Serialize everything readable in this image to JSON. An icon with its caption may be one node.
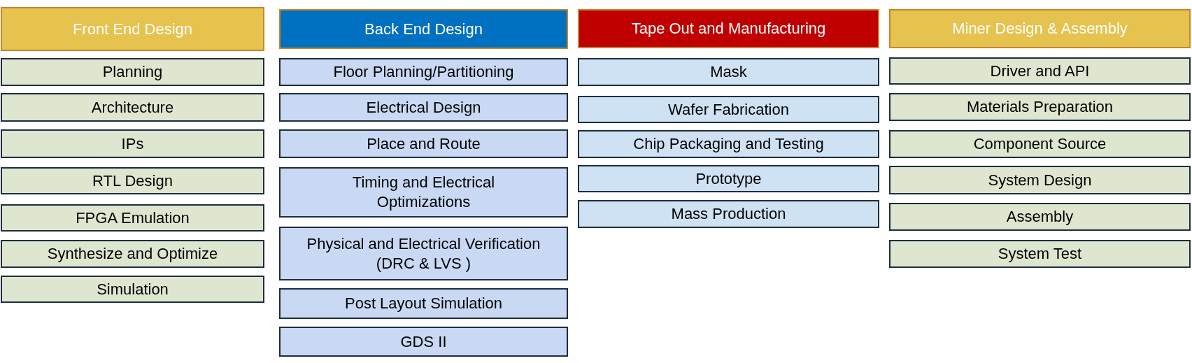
{
  "diagram": {
    "nodes": [
      {
        "text": [
          "Front End Design"
        ]
      },
      {
        "text": [
          "Planning"
        ]
      },
      {
        "text": [
          "Architecture"
        ]
      },
      {
        "text": [
          "IPs"
        ]
      },
      {
        "text": [
          "RTL Design"
        ]
      },
      {
        "text": [
          "FPGA Emulation"
        ]
      },
      {
        "text": [
          "Synthesize and Optimize"
        ]
      },
      {
        "text": [
          "Simulation"
        ]
      },
      {
        "text": [
          "Back End Design"
        ]
      },
      {
        "text": [
          "Floor Planning/Partitioning"
        ]
      },
      {
        "text": [
          "Electrical Design"
        ]
      },
      {
        "text": [
          "Place and Route"
        ]
      },
      {
        "text": [
          "Timing and Electrical Optimizations"
        ]
      },
      {
        "text": [
          "Physical and Electrical Verification (DRC & LVS )"
        ]
      },
      {
        "text": [
          "Post Layout Simulation"
        ]
      },
      {
        "text": [
          "GDS II"
        ]
      },
      {
        "text": [
          "Tape Out and Manufacturing"
        ]
      },
      {
        "text": [
          "Mask"
        ]
      },
      {
        "text": [
          "Wafer Fabrication"
        ]
      },
      {
        "text": [
          "Chip Packaging and Testing"
        ]
      },
      {
        "text": [
          "Prototype"
        ]
      },
      {
        "text": [
          "Mass Production"
        ]
      },
      {
        "text": [
          "Miner Design & Assembly"
        ]
      },
      {
        "text": [
          "Driver and API"
        ]
      },
      {
        "text": [
          "Materials Preparation"
        ]
      },
      {
        "text": [
          "Component Source"
        ]
      },
      {
        "text": [
          "System Design"
        ]
      },
      {
        "text": [
          "Assembly"
        ]
      },
      {
        "text": [
          "System Test"
        ]
      }
    ]
  }
}
